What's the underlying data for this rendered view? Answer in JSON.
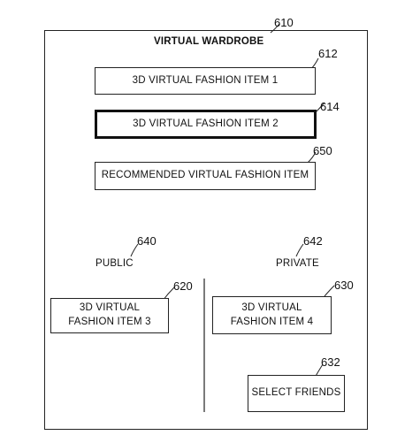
{
  "wardrobe": {
    "ref": "610",
    "title": "VIRTUAL WARDROBE"
  },
  "items": {
    "item1": {
      "ref": "612",
      "label": "3D VIRTUAL FASHION ITEM 1",
      "highlighted": false
    },
    "item2": {
      "ref": "614",
      "label": "3D VIRTUAL FASHION ITEM 2",
      "highlighted": true
    },
    "recommended": {
      "ref": "650",
      "label": "RECOMMENDED VIRTUAL FASHION ITEM",
      "highlighted": false
    }
  },
  "public": {
    "ref": "640",
    "label": "PUBLIC",
    "item": {
      "ref": "620",
      "label": "3D VIRTUAL FASHION ITEM 3"
    }
  },
  "private": {
    "ref": "642",
    "label": "PRIVATE",
    "item": {
      "ref": "630",
      "label": "3D VIRTUAL FASHION ITEM 4"
    },
    "select_friends": {
      "ref": "632",
      "label": "SELECT FRIENDS"
    }
  }
}
